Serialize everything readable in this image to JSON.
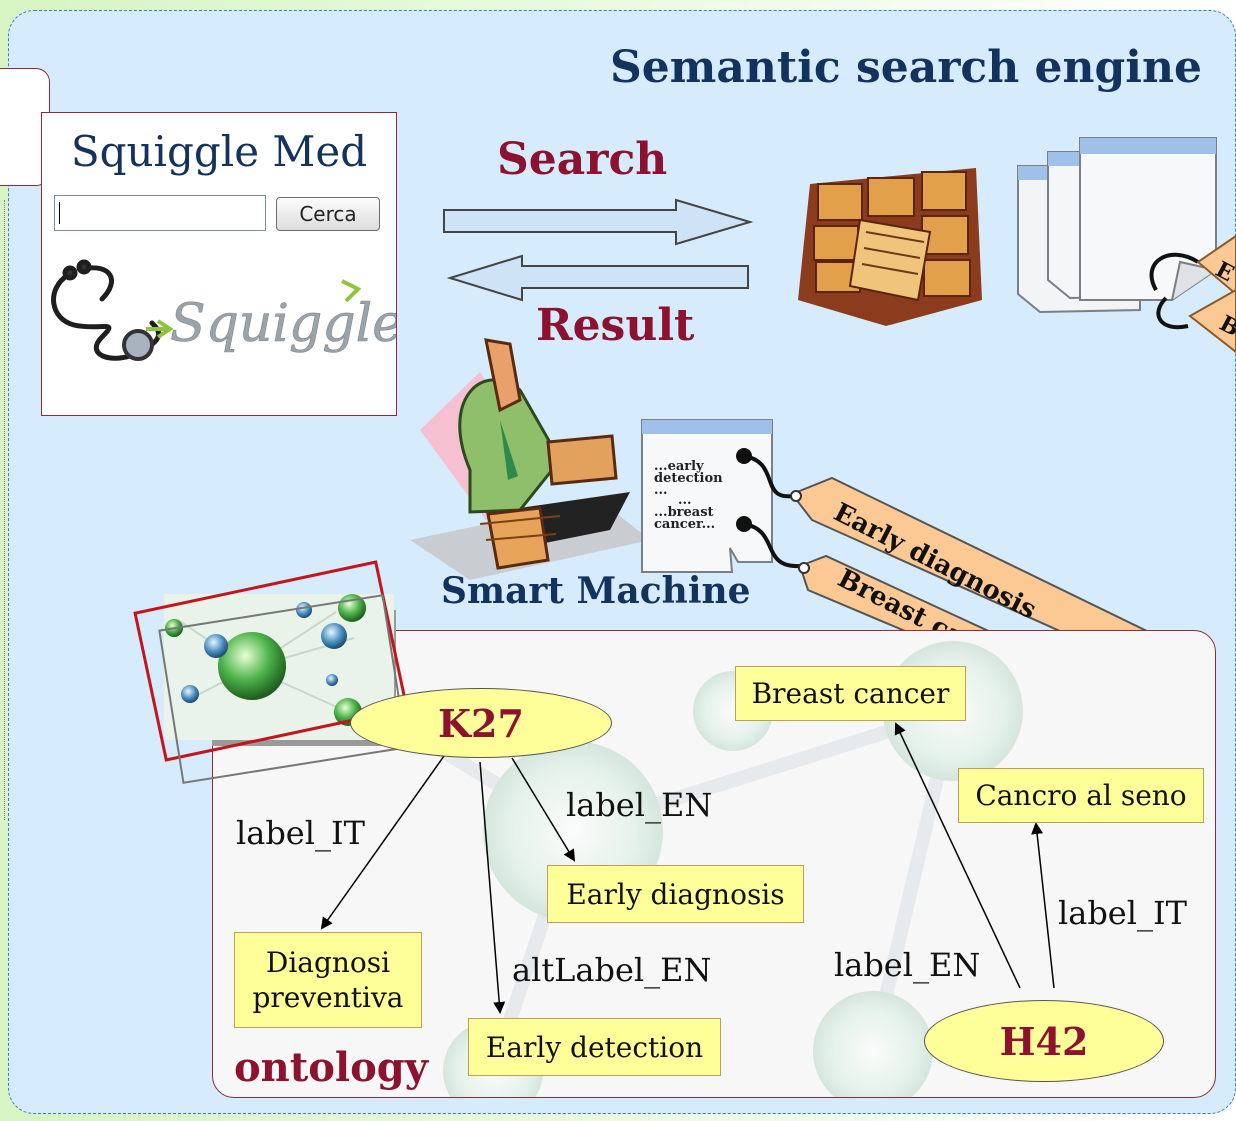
{
  "title": "Semantic search engine",
  "squiggle": {
    "title": "Squiggle Med",
    "search_placeholder": "",
    "search_button": "Cerca",
    "logo_text": "Squiggle"
  },
  "flow": {
    "search_label": "Search",
    "result_label": "Result"
  },
  "machine": {
    "label": "Smart Machine",
    "doc_line1": "...early",
    "doc_line2": "detection",
    "doc_line3": "...",
    "doc_line4": "...",
    "doc_line5": "...breast",
    "doc_line6": "cancer...",
    "tag1": "Early diagnosis",
    "tag2": "Breast cancer"
  },
  "ontology": {
    "label": "ontology",
    "nodes": {
      "k27": "K27",
      "h42": "H42"
    },
    "boxes": {
      "breast_cancer": "Breast cancer",
      "cancro_al_seno": "Cancro al seno",
      "early_diagnosis": "Early diagnosis",
      "diagnosi_preventiva_1": "Diagnosi",
      "diagnosi_preventiva_2": "preventiva",
      "early_detection": "Early detection"
    },
    "edges": {
      "k27_label_it": "label_IT",
      "k27_label_en": "label_EN",
      "k27_altlabel_en": "altLabel_EN",
      "h42_label_en": "label_EN",
      "h42_label_it": "label_IT"
    }
  },
  "colors": {
    "accent": "#8c1230",
    "navy": "#13325e",
    "panel": "#d6ebfb",
    "tag": "#fcc994",
    "box": "#ffff99"
  }
}
